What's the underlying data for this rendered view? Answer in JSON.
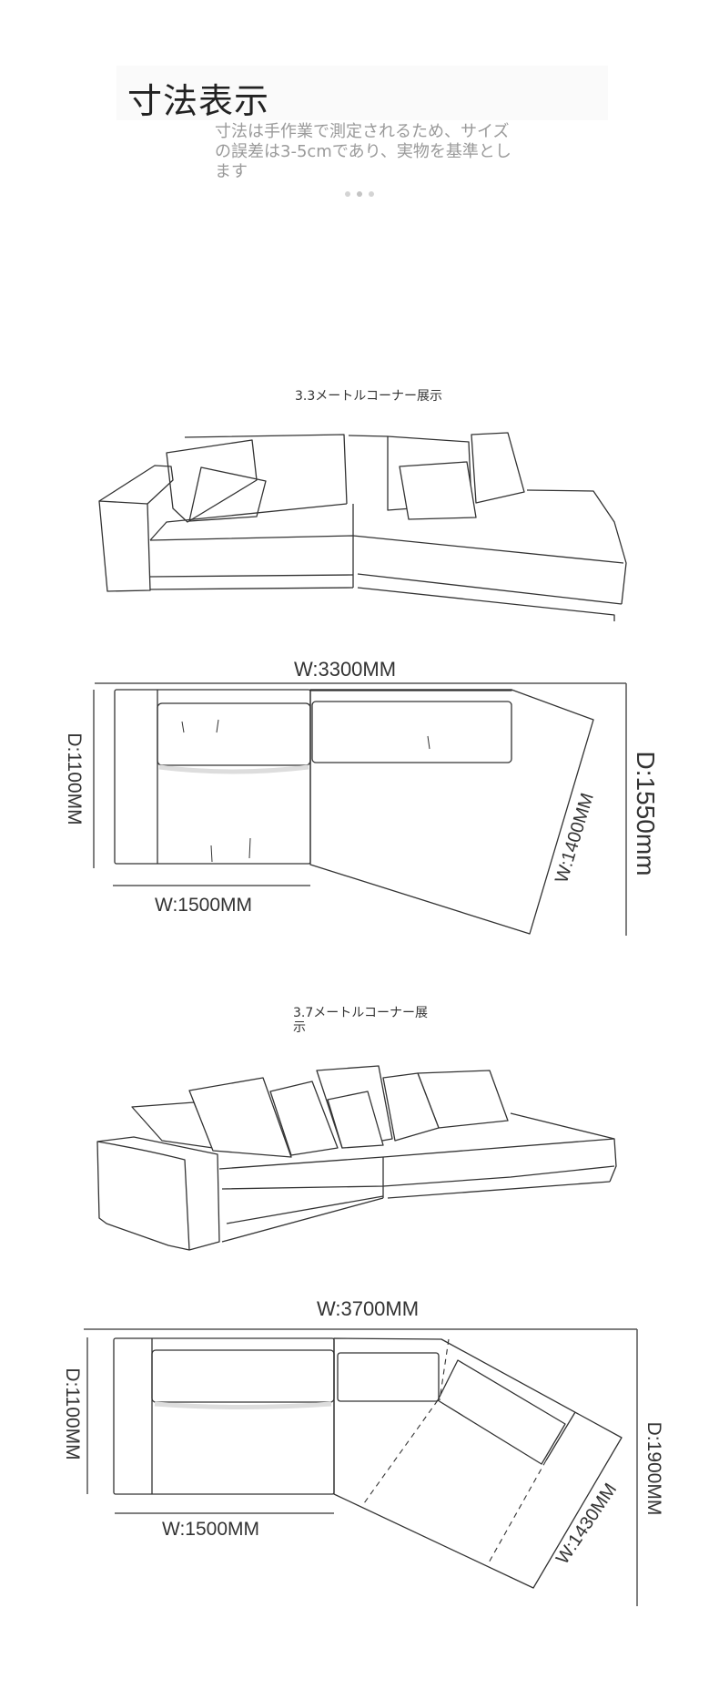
{
  "header": {
    "title": "寸法表示",
    "subtitle": "寸法は手作業で測定されるため、サイズの誤差は3-5cmであり、実物を基準とします",
    "pagination_dots": 3
  },
  "sections": [
    {
      "label": "3.3メートルコーナー展示",
      "dimensions": {
        "total_width": "W:3300MM",
        "total_depth": "D:1550mm",
        "left_depth": "D:1100MM",
        "left_width": "W:1500MM",
        "chaise_width": "W:1400MM"
      }
    },
    {
      "label": "3.7メートルコーナー展示",
      "dimensions": {
        "total_width": "W:3700MM",
        "total_depth": "D:1900MM",
        "left_depth": "D:1100MM",
        "left_width": "W:1500MM",
        "chaise_width": "W:1430MM"
      }
    }
  ]
}
